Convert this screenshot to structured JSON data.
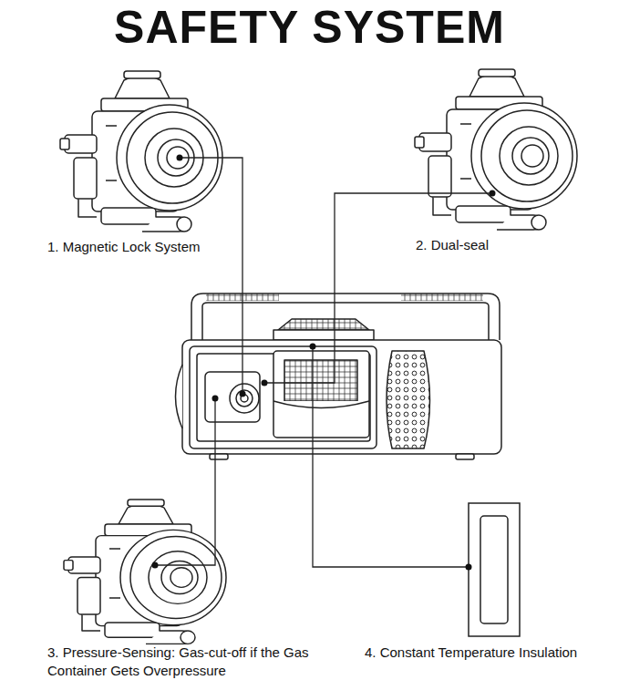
{
  "diagram": {
    "title": "SAFETY SYSTEM",
    "labels": [
      "1. Magnetic Lock System",
      "2. Dual-seal",
      "3. Pressure-Sensing: Gas-cut-off if the Gas Container Gets Overpressure",
      "4. Constant Temperature Insulation"
    ]
  }
}
